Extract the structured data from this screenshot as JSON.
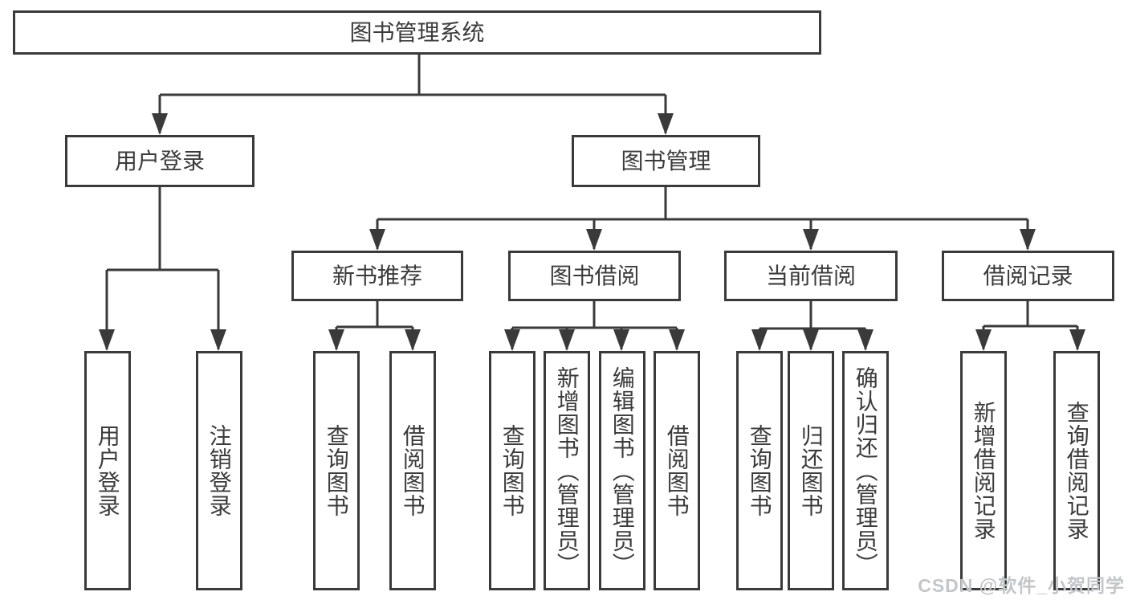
{
  "diagram": {
    "root": "图书管理系统",
    "level2": [
      "用户登录",
      "图书管理"
    ],
    "level3": [
      "新书推荐",
      "图书借阅",
      "当前借阅",
      "借阅记录"
    ],
    "leaves_login": [
      "用户登录",
      "注销登录"
    ],
    "leaves_recommend": [
      "查询图书",
      "借阅图书"
    ],
    "leaves_borrow": [
      "查询图书",
      "新增图书（管理员）",
      "编辑图书（管理员）",
      "借阅图书"
    ],
    "leaves_current": [
      "查询图书",
      "归还图书",
      "确认归还（管理员）"
    ],
    "leaves_records": [
      "新增借阅记录",
      "查询借阅记录"
    ]
  },
  "watermark": "CSDN @软件_小贺同学",
  "colors": {
    "line": "#3a3a3a",
    "text": "#3b3b3b",
    "background": "#ffffff",
    "watermark": "#c3c6c9"
  }
}
